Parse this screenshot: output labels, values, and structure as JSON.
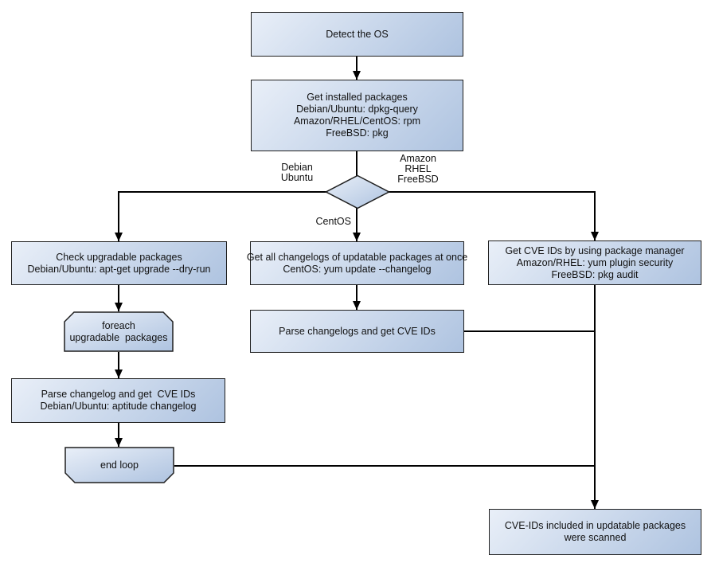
{
  "colors": {
    "box_fill_light": "#e9eff8",
    "box_fill_dark": "#aec3e0",
    "box_border": "#1f1f1f",
    "line_color": "#000000",
    "text_color": "#111111",
    "canvas_bg": "#ffffff"
  },
  "nodes": {
    "detect_os": {
      "label": "Detect the OS"
    },
    "get_installed_packages": {
      "lines": [
        "Get installed packages",
        "Debian/Ubuntu: dpkg-query",
        "Amazon/RHEL/CentOS: rpm",
        "FreeBSD: pkg"
      ]
    },
    "decision_labels": {
      "debian_ubuntu": [
        "Debian",
        "Ubuntu"
      ],
      "amazon_rhel_freebsd": [
        "Amazon",
        "RHEL",
        "FreeBSD"
      ],
      "centos": "CentOS"
    },
    "check_upgradable_packages": {
      "lines": [
        "Check upgradable packages",
        "Debian/Ubuntu: apt-get upgrade --dry-run"
      ]
    },
    "foreach_loop": {
      "lines": [
        "foreach",
        "upgradable  packages"
      ]
    },
    "parse_changelog_debian": {
      "lines": [
        "Parse changelog and get  CVE IDs",
        "Debian/Ubuntu: aptitude changelog"
      ]
    },
    "end_loop": {
      "label": "end loop"
    },
    "get_all_changelogs": {
      "lines": [
        "Get all changelogs of updatable packages at once",
        "CentOS: yum update --changelog"
      ]
    },
    "parse_changelogs_centos": {
      "label": "Parse changelogs and get CVE IDs"
    },
    "get_cve_ids_pkg_manager": {
      "lines": [
        "Get CVE IDs by using package manager",
        "Amazon/RHEL: yum plugin security",
        "FreeBSD: pkg audit"
      ]
    },
    "result_scanned": {
      "lines": [
        "CVE-IDs included in updatable packages",
        "were scanned"
      ]
    }
  }
}
